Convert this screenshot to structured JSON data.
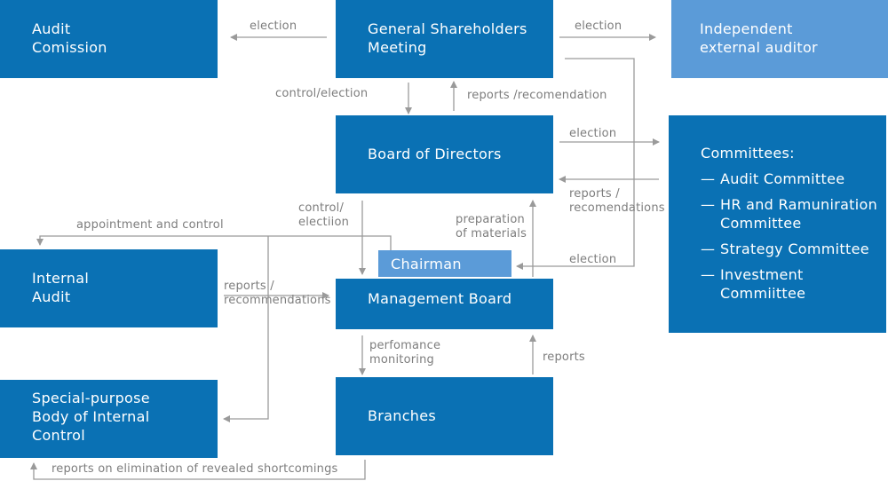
{
  "boxes": {
    "audit_commission": "Audit\nComission",
    "shareholders": "General Shareholders\nMeeting",
    "auditor": "Independent\nexternal auditor",
    "board_of_directors": "Board of Directors",
    "committees_title": "Committees:",
    "committees": [
      "Audit Committee",
      "HR and Ramuniration\nCommittee",
      "Strategy Committee",
      "Investment\nCommiittee"
    ],
    "committee_dash": "—",
    "internal_audit": "Internal\nAudit",
    "chairman": "Chairman",
    "management_board": "Management Board",
    "special_purpose": "Special-purpose\nBody of Internal\nControl",
    "branches": "Branches"
  },
  "labels": {
    "election_left": "election",
    "election_right": "election",
    "control_election": "control/election",
    "reports_recommendation": "reports /recomendation",
    "election_committees": "election",
    "reports_recommendations_committees": "reports /\nrecomendations",
    "appointment_control": "appointment and control",
    "control_election_2": "control/\nelectiion",
    "preparation": "preparation\nof materials",
    "election_chairman": "election",
    "reports_recommendations_audit": "reports /\nrecommendations",
    "performance_monitoring": "perfomance\nmonitoring",
    "reports_branches": "reports",
    "reports_elimination": "reports on elimination of revealed shortcomings"
  },
  "colors": {
    "box": "#0a71b4",
    "box_light": "#5b9bd8",
    "line": "#9a9a9a",
    "label": "#7d7d7d"
  }
}
